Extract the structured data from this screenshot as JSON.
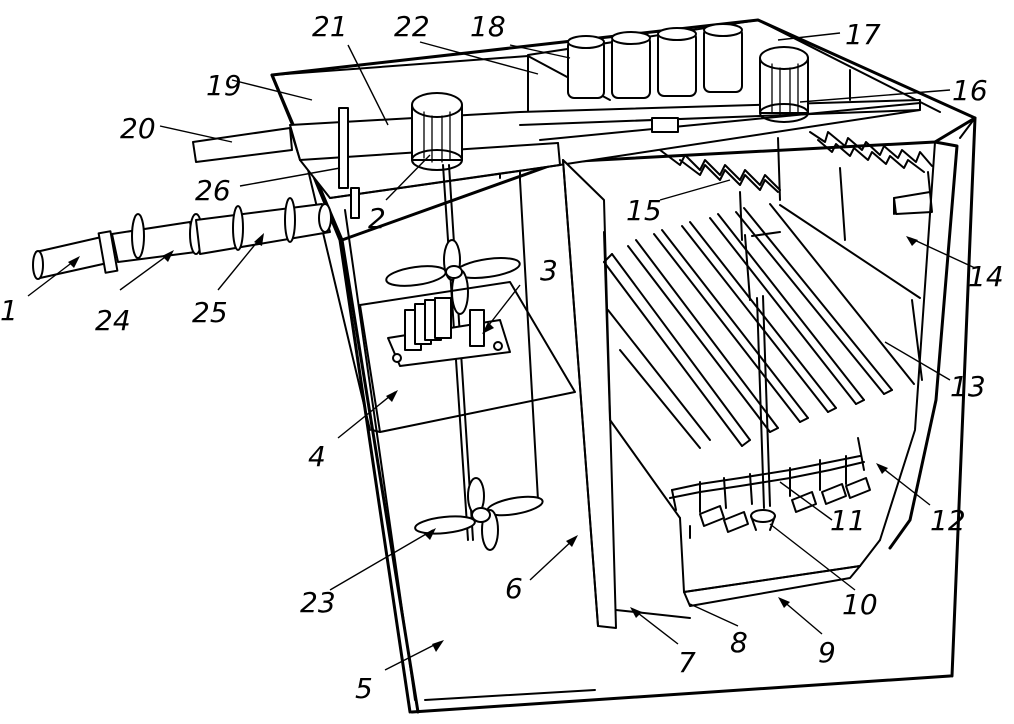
{
  "labels": [
    {
      "id": "1",
      "text": "1"
    },
    {
      "id": "2",
      "text": "2"
    },
    {
      "id": "3",
      "text": "3"
    },
    {
      "id": "4",
      "text": "4"
    },
    {
      "id": "5",
      "text": "5"
    },
    {
      "id": "6",
      "text": "6"
    },
    {
      "id": "7",
      "text": "7"
    },
    {
      "id": "8",
      "text": "8"
    },
    {
      "id": "9",
      "text": "9"
    },
    {
      "id": "10",
      "text": "10"
    },
    {
      "id": "11",
      "text": "11"
    },
    {
      "id": "12",
      "text": "12"
    },
    {
      "id": "13",
      "text": "13"
    },
    {
      "id": "14",
      "text": "14"
    },
    {
      "id": "15",
      "text": "15"
    },
    {
      "id": "16",
      "text": "16"
    },
    {
      "id": "17",
      "text": "17"
    },
    {
      "id": "18",
      "text": "18"
    },
    {
      "id": "19",
      "text": "19"
    },
    {
      "id": "20",
      "text": "20"
    },
    {
      "id": "21",
      "text": "21"
    },
    {
      "id": "22",
      "text": "22"
    },
    {
      "id": "23",
      "text": "23"
    },
    {
      "id": "24",
      "text": "24"
    },
    {
      "id": "25",
      "text": "25"
    },
    {
      "id": "26",
      "text": "26"
    }
  ]
}
